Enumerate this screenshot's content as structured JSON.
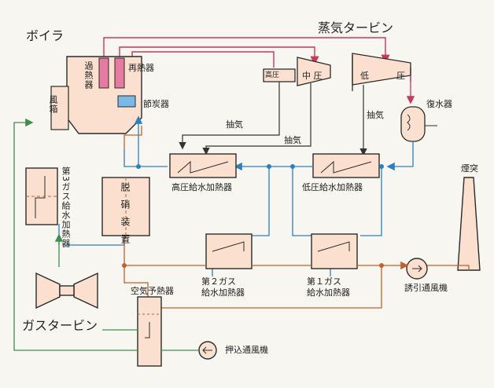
{
  "labels": {
    "boiler": "ボイラ",
    "steam_turbine": "蒸気タービン",
    "superheater": "過熱器",
    "reheater": "再熱器",
    "economizer": "節炭器",
    "windbox": "風箱",
    "turbine_hp": "高圧",
    "turbine_ip": "中 圧",
    "turbine_lp_lo": "低",
    "turbine_lp_hi": "圧",
    "condenser": "復水器",
    "extraction_1": "抽気",
    "extraction_2": "抽気",
    "extraction_3": "抽気",
    "hp_heater": "高圧給水加熱器",
    "lp_heater": "低圧給水加熱器",
    "gas_heater_3": "第3ガス給水加熱器",
    "denox": "脱硝装置",
    "stack": "煙突",
    "gas_heater_2_line1": "第２ガス",
    "gas_heater_2_line2": "給水加熱器",
    "gas_heater_1_line1": "第１ガス",
    "gas_heater_1_line2": "給水加熱器",
    "air_preheater": "空気予熱器",
    "id_fan": "誘引通風機",
    "gas_turbine": "ガスタービン",
    "fd_fan": "押込通風機"
  },
  "colors": {
    "steam_line": "#c8385a",
    "water_line": "#2c7fc0",
    "exhaust_line": "#c2612c",
    "air_line": "#3f8f4a",
    "equipment_fill": "#fbe0cf",
    "outline": "#2b2b2b"
  }
}
